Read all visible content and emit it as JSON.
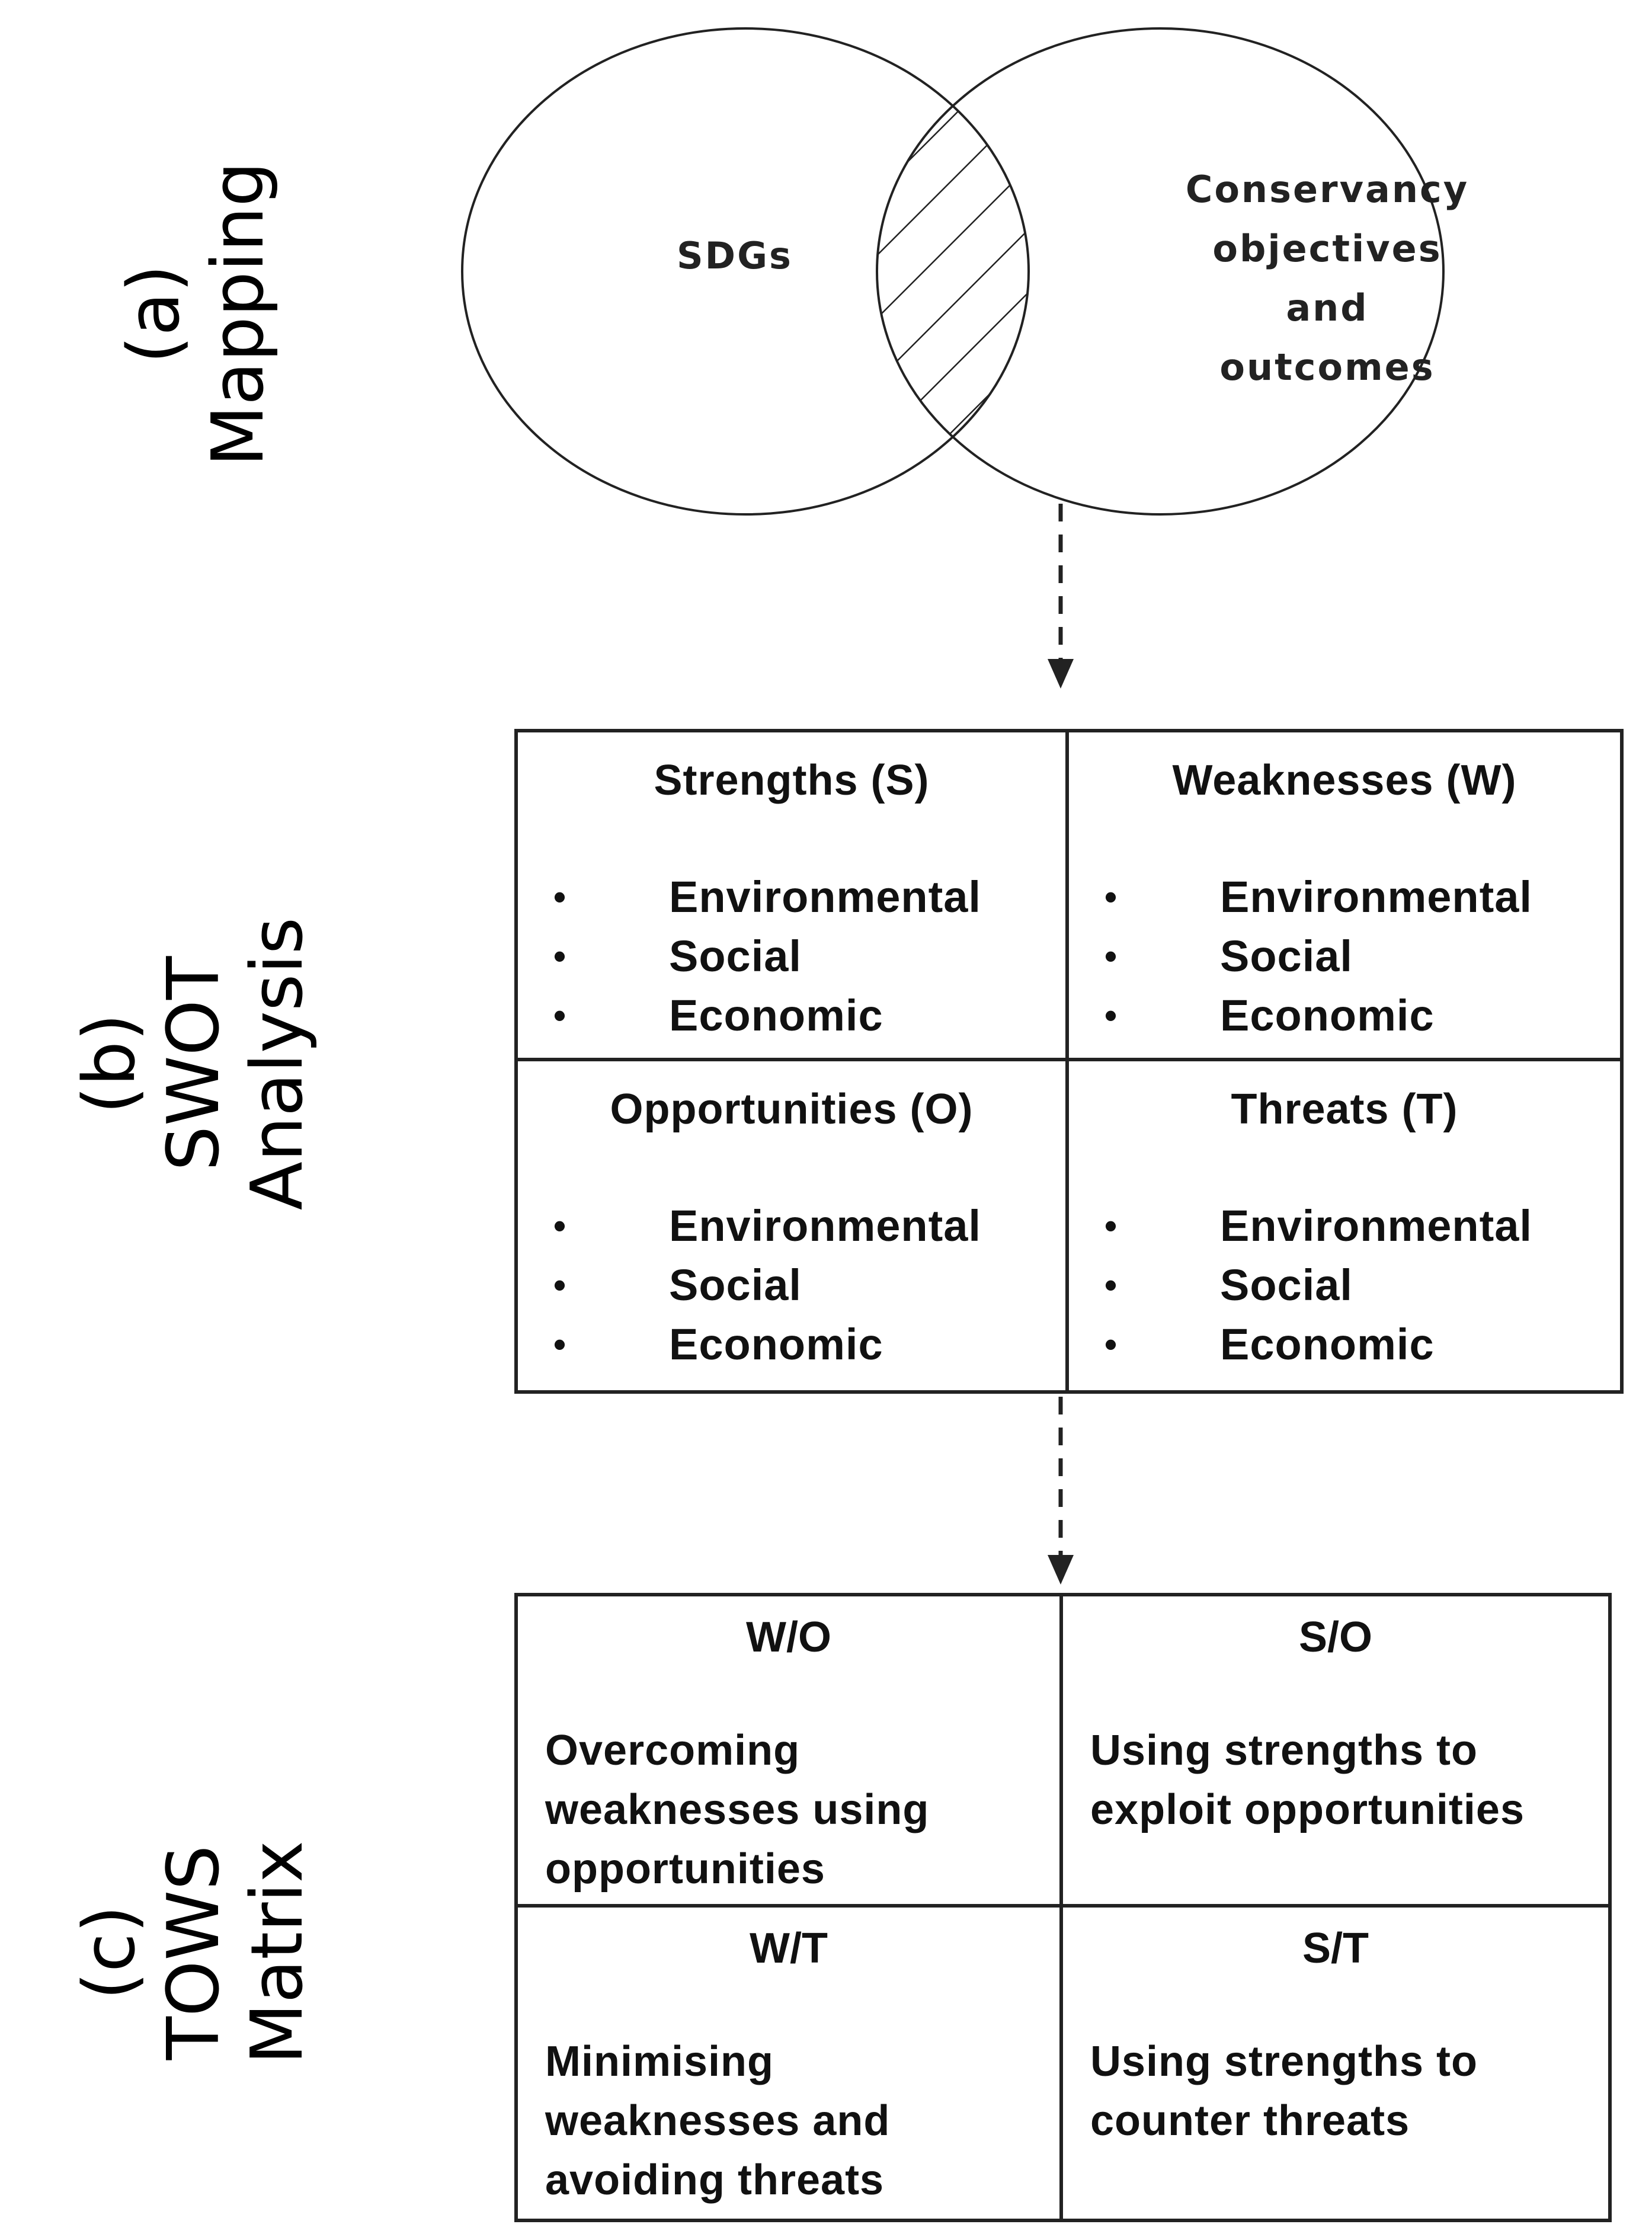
{
  "sections": {
    "a": {
      "letter": "(a)",
      "name": "Mapping"
    },
    "b": {
      "letter": "(b)",
      "name_line1": "SWOT",
      "name_line2": "Analysis"
    },
    "c": {
      "letter": "(c)",
      "name_line1": "TOWS",
      "name_line2": "Matrix"
    }
  },
  "venn": {
    "left_label": "SDGs",
    "right_label_lines": [
      "Conservancy",
      "objectives",
      "and",
      "outcomes"
    ]
  },
  "swot": {
    "cells": [
      {
        "title": "Strengths (S)",
        "items": [
          "Environmental",
          "Social",
          "Economic"
        ]
      },
      {
        "title": "Weaknesses (W)",
        "items": [
          "Environmental",
          "Social",
          "Economic"
        ]
      },
      {
        "title": "Opportunities (O)",
        "items": [
          "Environmental",
          "Social",
          "Economic"
        ]
      },
      {
        "title": "Threats (T)",
        "items": [
          "Environmental",
          "Social",
          "Economic"
        ]
      }
    ],
    "bullet": "•"
  },
  "tows": {
    "cells": [
      {
        "title": "W/O",
        "lines": [
          "Overcoming",
          "weaknesses using",
          "opportunities"
        ]
      },
      {
        "title": "S/O",
        "lines": [
          "Using strengths to",
          "exploit opportunities"
        ]
      },
      {
        "title": "W/T",
        "lines": [
          "Minimising",
          "weaknesses and",
          "avoiding threats"
        ]
      },
      {
        "title": "S/T",
        "lines": [
          "Using strengths to",
          "counter threats"
        ]
      }
    ]
  },
  "colors": {
    "line": "#222222",
    "background": "#ffffff"
  }
}
